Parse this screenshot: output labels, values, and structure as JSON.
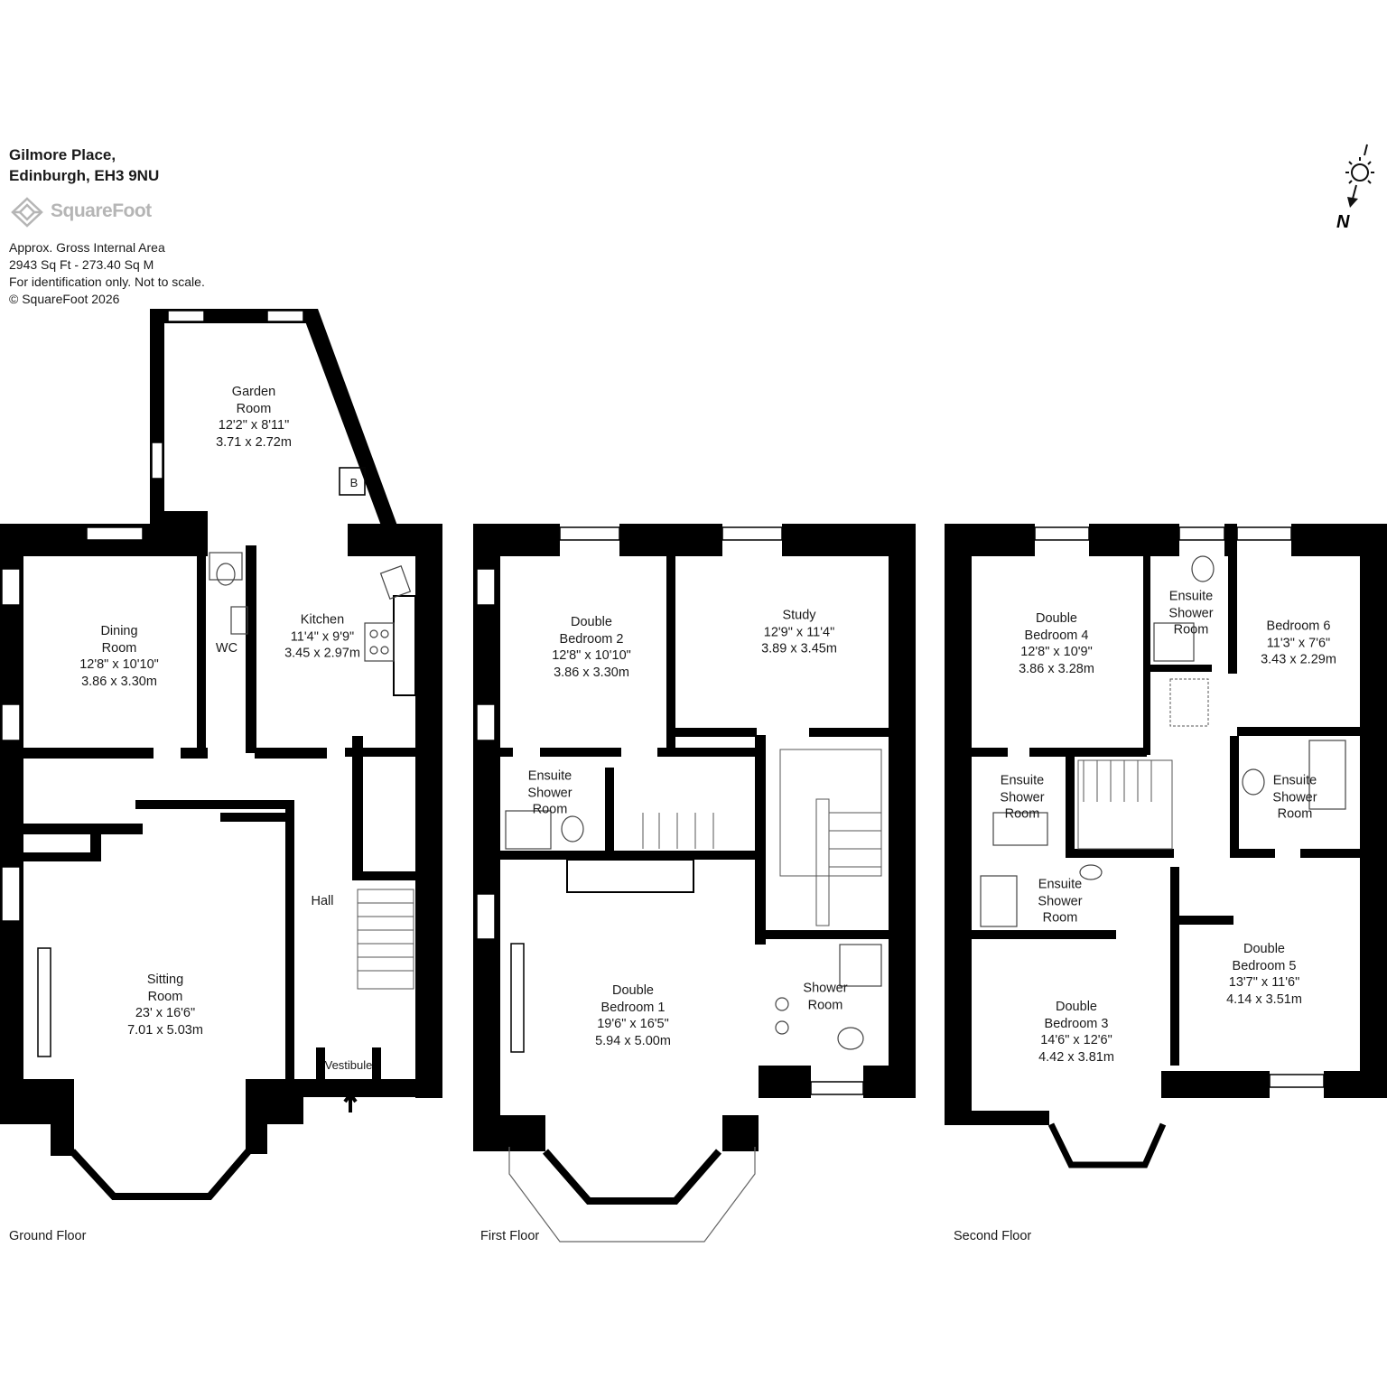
{
  "header": {
    "address_line1": "Gilmore Place,",
    "address_line2": "Edinburgh, EH3 9NU"
  },
  "brand": {
    "logo_text": "SquareFoot"
  },
  "info": {
    "line1": "Approx. Gross Internal Area",
    "line2": "2943 Sq Ft  -  273.40 Sq M",
    "line3": "For identification only. Not to scale.",
    "line4": "© SquareFoot 2026"
  },
  "compass": {
    "icon": "north-compass-icon",
    "label": "N"
  },
  "floors": {
    "ground": "Ground Floor",
    "first": "First Floor",
    "second": "Second Floor"
  },
  "rooms": {
    "garden_room": {
      "name1": "Garden",
      "name2": "Room",
      "imperial": "12'2\" x 8'11\"",
      "metric": "3.71 x 2.72m"
    },
    "boiler": {
      "name": "B"
    },
    "dining_room": {
      "name1": "Dining",
      "name2": "Room",
      "imperial": "12'8\" x 10'10\"",
      "metric": "3.86 x 3.30m"
    },
    "wc": {
      "name": "WC"
    },
    "kitchen": {
      "name": "Kitchen",
      "imperial": "11'4\" x 9'9\"",
      "metric": "3.45 x 2.97m"
    },
    "hall": {
      "name": "Hall"
    },
    "sitting_room": {
      "name1": "Sitting",
      "name2": "Room",
      "imperial": "23' x 16'6\"",
      "metric": "7.01 x 5.03m"
    },
    "vestibule": {
      "name": "Vestibule"
    },
    "double_bedroom_2": {
      "name1": "Double",
      "name2": "Bedroom 2",
      "imperial": "12'8\" x 10'10\"",
      "metric": "3.86 x 3.30m"
    },
    "study": {
      "name": "Study",
      "imperial": "12'9\" x 11'4\"",
      "metric": "3.89 x 3.45m"
    },
    "ensuite_first": {
      "name1": "Ensuite",
      "name2": "Shower",
      "name3": "Room"
    },
    "double_bedroom_1": {
      "name1": "Double",
      "name2": "Bedroom 1",
      "imperial": "19'6\" x 16'5\"",
      "metric": "5.94 x 5.00m"
    },
    "shower_room": {
      "name1": "Shower",
      "name2": "Room"
    },
    "double_bedroom_4": {
      "name1": "Double",
      "name2": "Bedroom 4",
      "imperial": "12'8\" x 10'9\"",
      "metric": "3.86 x 3.28m"
    },
    "ensuite_top": {
      "name1": "Ensuite",
      "name2": "Shower",
      "name3": "Room"
    },
    "bedroom_6": {
      "name": "Bedroom 6",
      "imperial": "11'3\" x 7'6\"",
      "metric": "3.43 x 2.29m"
    },
    "ensuite_left": {
      "name1": "Ensuite",
      "name2": "Shower",
      "name3": "Room"
    },
    "ensuite_right": {
      "name1": "Ensuite",
      "name2": "Shower",
      "name3": "Room"
    },
    "ensuite_mid": {
      "name1": "Ensuite",
      "name2": "Shower",
      "name3": "Room"
    },
    "double_bedroom_3": {
      "name1": "Double",
      "name2": "Bedroom 3",
      "imperial": "14'6\" x 12'6\"",
      "metric": "4.42 x 3.81m"
    },
    "double_bedroom_5": {
      "name1": "Double",
      "name2": "Bedroom 5",
      "imperial": "13'7\" x 11'6\"",
      "metric": "4.14 x 3.51m"
    }
  },
  "colors": {
    "wall": "#000000",
    "window": "#ffffff",
    "fixture_line": "#555555",
    "logo": "#b5b5b5"
  }
}
